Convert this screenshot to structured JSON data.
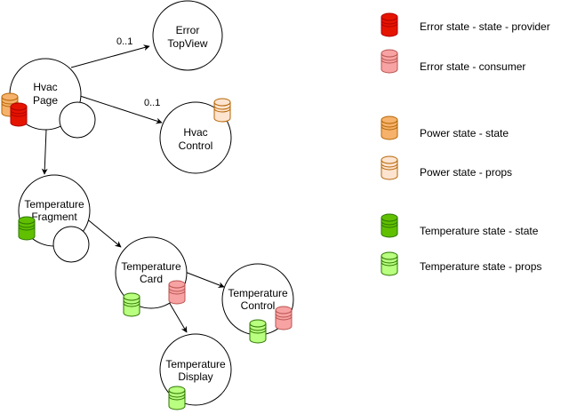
{
  "colors": {
    "error_provider": {
      "fill": "#e51400",
      "stroke": "#b20000"
    },
    "error_consumer": {
      "fill": "#f8a3a3",
      "stroke": "#b85450"
    },
    "power_state": {
      "fill": "#f6b26b",
      "stroke": "#b46504"
    },
    "power_props": {
      "fill": "#fde4d0",
      "stroke": "#b46504"
    },
    "temp_state": {
      "fill": "#60c000",
      "stroke": "#2d7600"
    },
    "temp_props": {
      "fill": "#b9ff80",
      "stroke": "#2d7600"
    }
  },
  "nodes": {
    "error_topview": [
      "Error",
      "TopView"
    ],
    "hvac_page": [
      "Hvac",
      "Page"
    ],
    "hvac_control": [
      "Hvac",
      "Control"
    ],
    "temperature_fragment": [
      "Temperature",
      "Fragment"
    ],
    "temperature_card": [
      "Temperature",
      "Card"
    ],
    "temperature_control": [
      "Temperature",
      "Control"
    ],
    "temperature_display": [
      "Temperature",
      "Display"
    ]
  },
  "edge_labels": {
    "page_to_error": "0..1",
    "page_to_control": "0..1"
  },
  "legend": [
    {
      "label": "Error state - state - provider",
      "color": "error_provider"
    },
    {
      "label": "Error state - consumer",
      "color": "error_consumer"
    },
    {
      "label": "Power state - state",
      "color": "power_state"
    },
    {
      "label": "Power state - props",
      "color": "power_props"
    },
    {
      "label": "Temperature state - state",
      "color": "temp_state"
    },
    {
      "label": "Temperature state - props",
      "color": "temp_props"
    }
  ]
}
